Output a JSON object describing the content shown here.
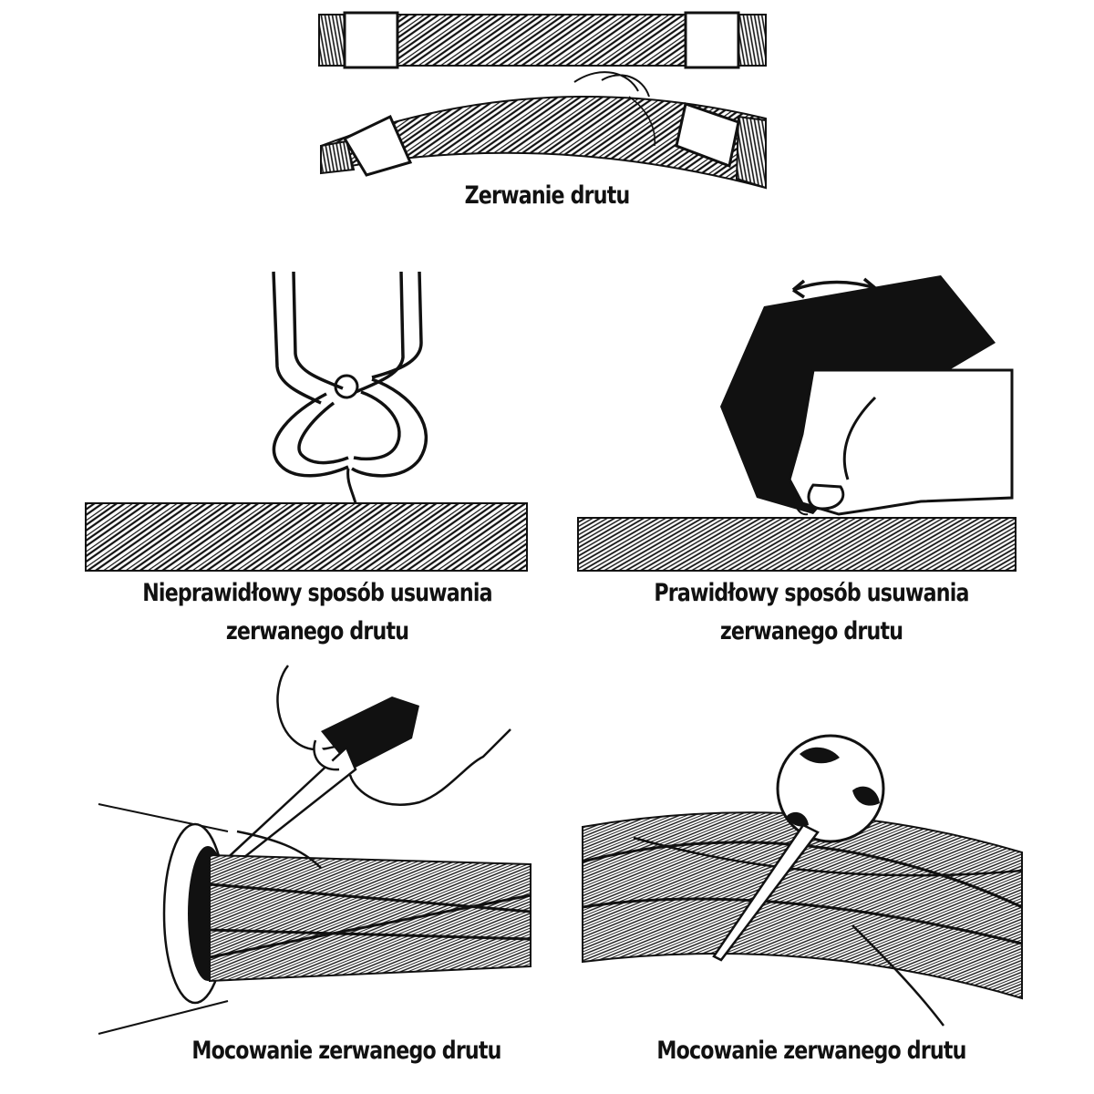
{
  "captions": {
    "wire_break": "Zerwanie drutu",
    "incorrect_removal": "Nieprawidłowy sposób usuwania zerwanego drutu",
    "correct_removal": "Prawidłowy sposób usuwania zerwanego drutu",
    "securing_left": "Mocowanie zerwanego drutu",
    "securing_right": "Mocowanie zerwanego drutu"
  },
  "colors": {
    "ink": "#111111",
    "background": "#ffffff"
  }
}
